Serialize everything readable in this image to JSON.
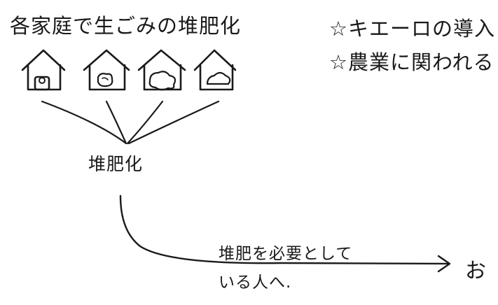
{
  "title": "各家庭で生ごみの堆肥化",
  "notes": [
    "☆キエーロの導入",
    "☆農業に関われる"
  ],
  "houses": [
    {
      "name": "house-1",
      "content_icon": "small-circle-icon"
    },
    {
      "name": "house-2",
      "content_icon": "food-scraps-icon"
    },
    {
      "name": "house-3",
      "content_icon": "food-scraps-icon"
    },
    {
      "name": "house-4",
      "content_icon": "food-scraps-icon"
    }
  ],
  "hub_label": "堆肥化",
  "arrow_label_line1": "堆肥を必要として",
  "arrow_label_line2": "いる人へ.",
  "edge_text": "お"
}
